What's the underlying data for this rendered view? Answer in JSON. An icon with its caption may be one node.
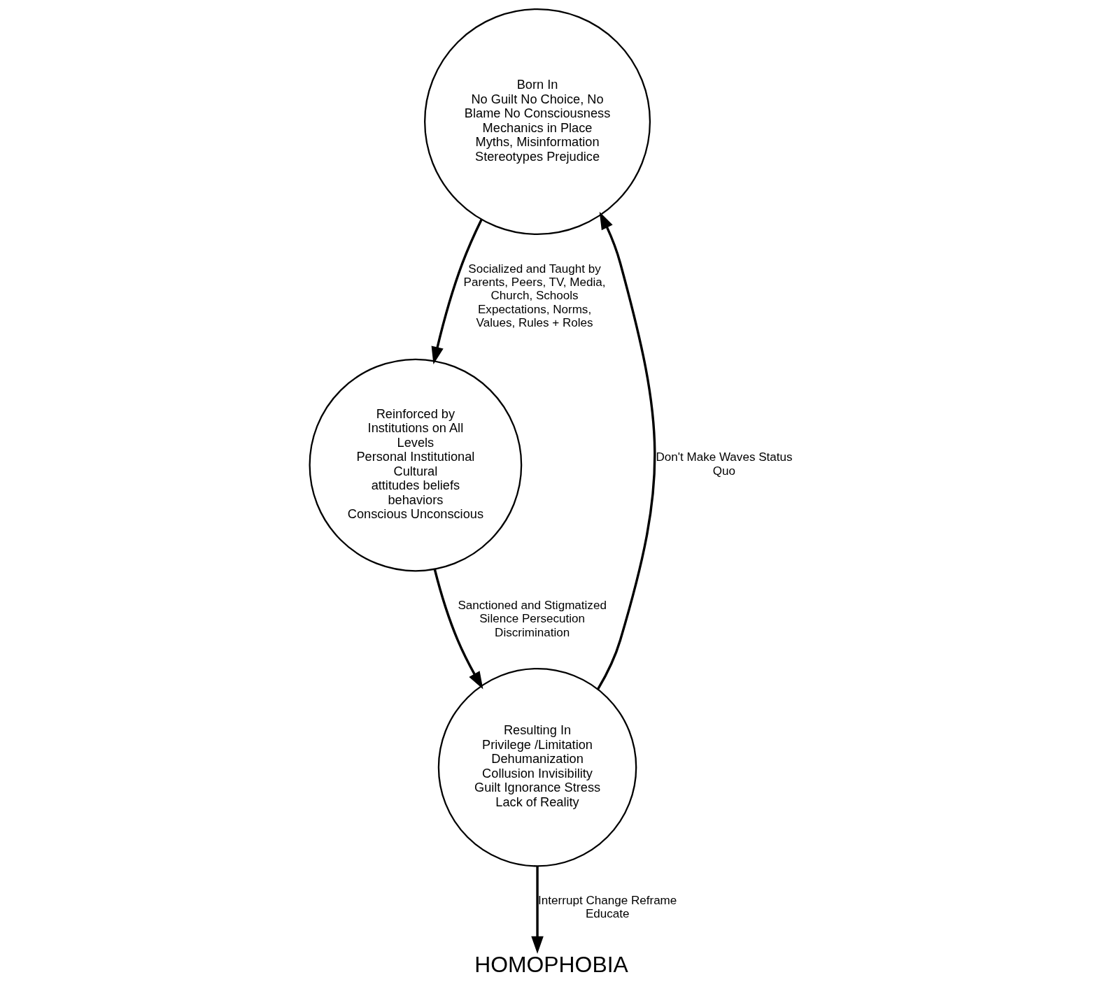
{
  "diagram": {
    "title": "HOMOPHOBIA",
    "nodes": [
      {
        "text": [
          "Born In",
          "No Guilt No Choice, No Blame No Consciousness",
          "Mechanics in Place",
          "Myths, Misinformation Stereotypes Prejudice"
        ]
      },
      {
        "text": [
          "Reinforced by Institutions on All Levels",
          "Personal Institutional Cultural",
          "attitudes beliefs behaviors",
          "Conscious Unconscious"
        ]
      },
      {
        "text": [
          "Resulting In",
          "Privilege /Limitation Dehumanization Collusion Invisibility Guilt Ignorance Stress Lack of Reality"
        ]
      }
    ],
    "edges": [
      {
        "from": 0,
        "to": 1,
        "arrow": "to",
        "label": "Socialized and Taught by Parents, Peers, TV, Media, Church, Schools Expectations, Norms, Values, Rules + Roles"
      },
      {
        "from": 1,
        "to": 2,
        "arrow": "to",
        "label": "Sanctioned and Stigmatized Silence Persecution Discrimination"
      },
      {
        "from": 2,
        "to": 0,
        "arrow": "to",
        "label": "Don't Make Waves Status Quo"
      },
      {
        "from": 2,
        "to": null,
        "arrow": "to",
        "label": "Interrupt Change Reframe Educate"
      }
    ]
  }
}
